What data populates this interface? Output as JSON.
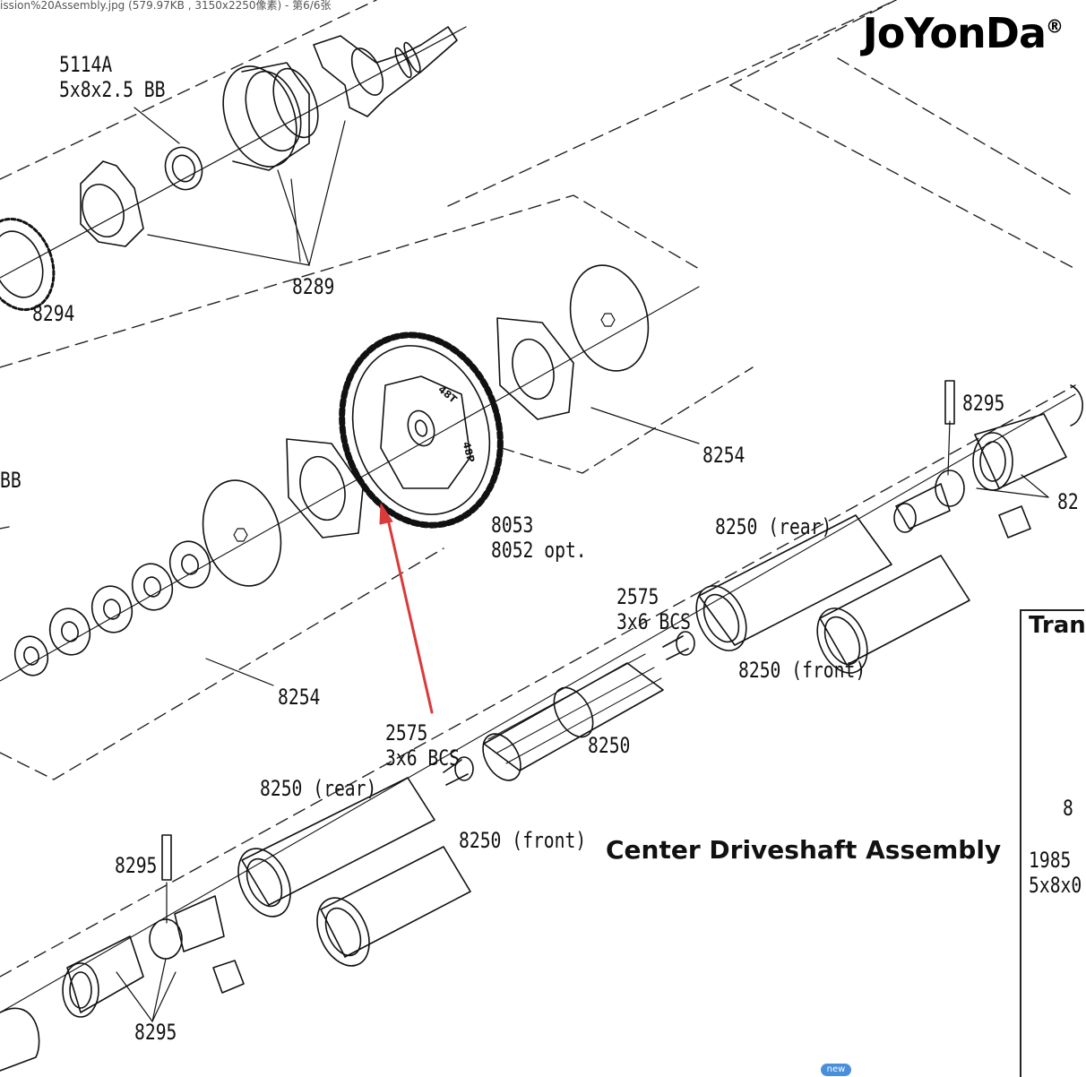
{
  "window": {
    "caption": "ission%20Assembly.jpg (579.97KB , 3150x2250像素) - 第6/6张"
  },
  "brand": {
    "name": "JoYonDa",
    "mark": "®"
  },
  "diagram": {
    "title": "Center Driveshaft Assembly",
    "labels": [
      {
        "id": "lbl-5114a",
        "lines": [
          "5114A",
          "5x8x2.5 BB"
        ]
      },
      {
        "id": "lbl-8294",
        "lines": [
          "8294"
        ]
      },
      {
        "id": "lbl-8289",
        "lines": [
          "8289"
        ]
      },
      {
        "id": "lbl-bb-left",
        "lines": [
          "BB"
        ]
      },
      {
        "id": "lbl-8254-top",
        "lines": [
          "8254"
        ]
      },
      {
        "id": "lbl-8053",
        "lines": [
          "8053",
          "8052 opt."
        ]
      },
      {
        "id": "lbl-8295-top",
        "lines": [
          "8295"
        ]
      },
      {
        "id": "lbl-82-right",
        "lines": [
          "82"
        ]
      },
      {
        "id": "lbl-8250-rear-top",
        "lines": [
          "8250 (rear)"
        ]
      },
      {
        "id": "lbl-2575-top",
        "lines": [
          "2575",
          "3x6 BCS"
        ]
      },
      {
        "id": "lbl-8250-front-top",
        "lines": [
          "8250 (front)"
        ]
      },
      {
        "id": "lbl-8254-bottom",
        "lines": [
          "8254"
        ]
      },
      {
        "id": "lbl-2575-bottom",
        "lines": [
          "2575",
          "3x6 BCS"
        ]
      },
      {
        "id": "lbl-8250-mid",
        "lines": [
          "8250"
        ]
      },
      {
        "id": "lbl-8250-rear-bottom",
        "lines": [
          "8250 (rear)"
        ]
      },
      {
        "id": "lbl-8250-front-bottom",
        "lines": [
          "8250 (front)"
        ]
      },
      {
        "id": "lbl-8295-left",
        "lines": [
          "8295"
        ]
      },
      {
        "id": "lbl-8295-bottom",
        "lines": [
          "8295"
        ]
      },
      {
        "id": "lbl-tran",
        "lines": [
          "Tran"
        ]
      },
      {
        "id": "lbl-8-right",
        "lines": [
          "8"
        ]
      },
      {
        "id": "lbl-1985",
        "lines": [
          "1985",
          "5x8x0"
        ]
      }
    ],
    "gear_markings": [
      "48T",
      "48P"
    ],
    "badge": "new"
  }
}
